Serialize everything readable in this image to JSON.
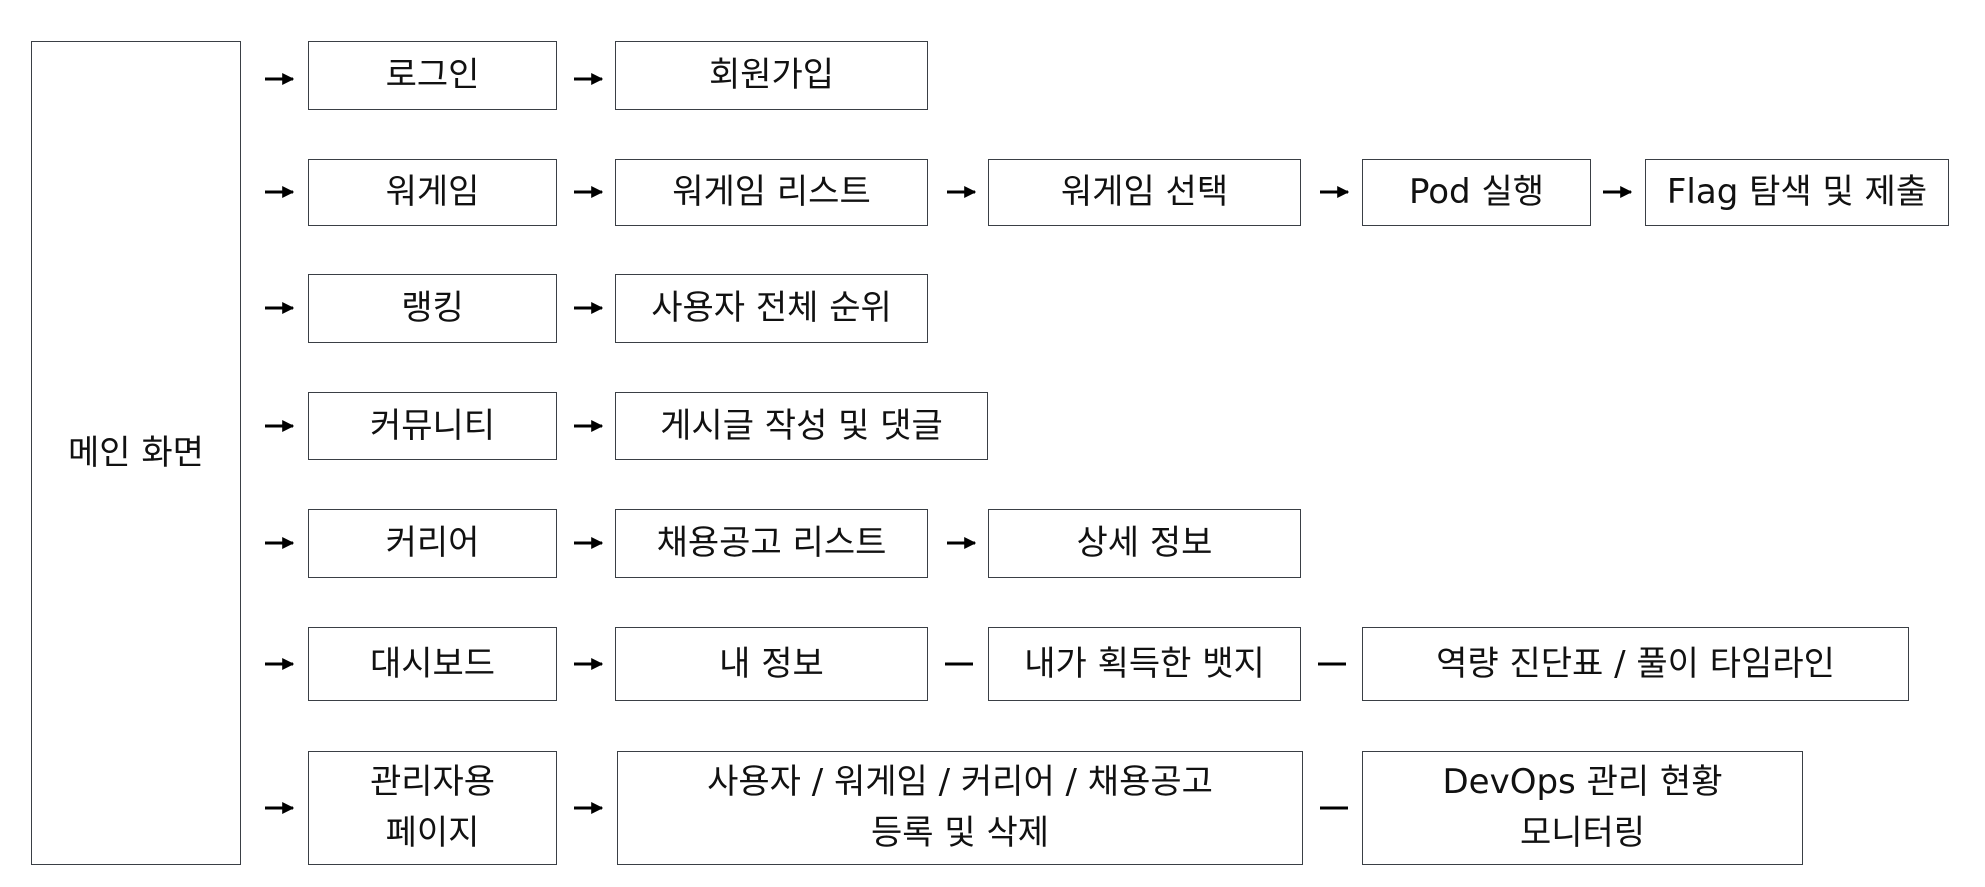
{
  "main": {
    "label": "메인 화면"
  },
  "rows": [
    {
      "id": "login",
      "steps": [
        "로그인",
        "회원가입"
      ]
    },
    {
      "id": "wargame",
      "steps": [
        "워게임",
        "워게임 리스트",
        "워게임 선택",
        "Pod 실행",
        "Flag 탐색 및 제출"
      ]
    },
    {
      "id": "ranking",
      "steps": [
        "랭킹",
        "사용자 전체 순위"
      ]
    },
    {
      "id": "community",
      "steps": [
        "커뮤니티",
        "게시글 작성 및 댓글"
      ]
    },
    {
      "id": "career",
      "steps": [
        "커리어",
        "채용공고 리스트",
        "상세 정보"
      ]
    },
    {
      "id": "dashboard",
      "steps": [
        "대시보드",
        "내 정보",
        "내가 획득한 뱃지",
        "역량 진단표 / 풀이 타임라인"
      ]
    },
    {
      "id": "admin",
      "steps": [
        [
          "관리자용",
          "페이지"
        ],
        [
          "사용자 / 워게임 / 커리어 / 채용공고",
          "등록 및 삭제"
        ],
        [
          "DevOps 관리 현황",
          "모니터링"
        ]
      ]
    }
  ],
  "colors": {
    "border": "#3a3f45",
    "arrow": "#000000",
    "text": "#111111",
    "background": "#ffffff"
  }
}
